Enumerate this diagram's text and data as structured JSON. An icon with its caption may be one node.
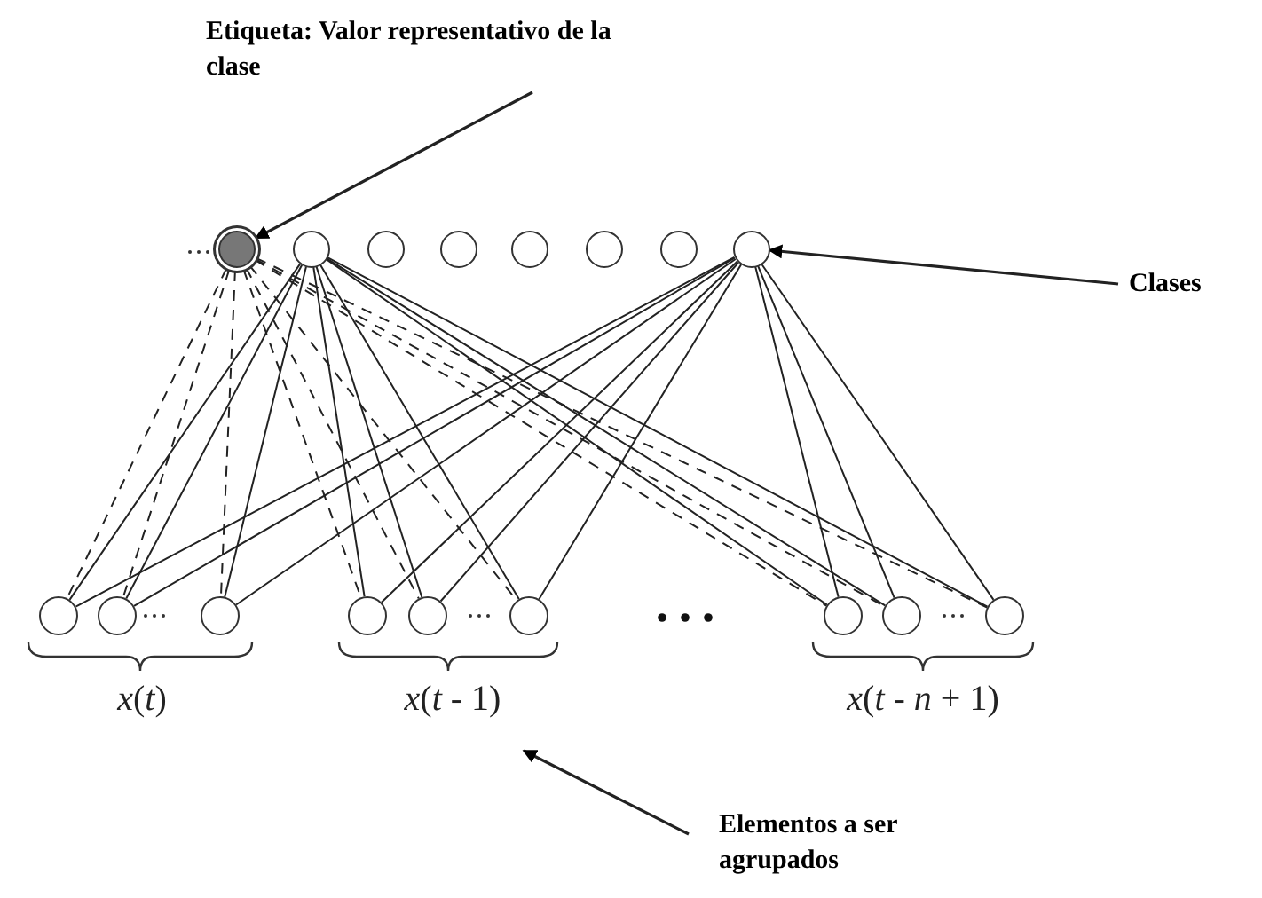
{
  "diagram": {
    "nodes": [
      {
        "text": [
          "Etiqueta: Valor representativo de la clase"
        ]
      },
      {
        "text": [],
        "shape": "circle"
      },
      {
        "text": [],
        "shape": "circle"
      },
      {
        "text": [],
        "shape": "circle"
      },
      {
        "text": [],
        "shape": "circle"
      },
      {
        "text": [],
        "shape": "circle"
      },
      {
        "text": [],
        "shape": "circle"
      },
      {
        "text": [],
        "shape": "circle"
      },
      {
        "text": [],
        "shape": "circle"
      },
      {
        "text": [
          "Clases"
        ]
      },
      {
        "text": [],
        "shape": "circle"
      },
      {
        "text": [],
        "shape": "circle"
      },
      {
        "text": [],
        "shape": "circle"
      },
      {
        "text": [],
        "shape": "circle"
      },
      {
        "text": [],
        "shape": "circle"
      },
      {
        "text": [],
        "shape": "circle"
      },
      {
        "text": [],
        "shape": "circle"
      },
      {
        "text": [],
        "shape": "circle"
      },
      {
        "text": [],
        "shape": "circle"
      },
      {
        "text": [
          "*x*(*t*)"
        ]
      },
      {
        "text": [
          "*x*(*t* - 1)"
        ]
      },
      {
        "text": [
          "*x*(*t* - *n* + 1)"
        ]
      },
      {
        "text": [
          "Elementos a ser agrupados"
        ]
      }
    ],
    "edges": [
      {
        "from": 0,
        "to": 1,
        "arrow": "to"
      },
      {
        "from": 9,
        "to": 8,
        "arrow": "to"
      },
      {
        "from": 22,
        "to": 20,
        "arrow": "to"
      },
      {
        "from": 1,
        "to": 10,
        "arrow": "none",
        "style": "dashed"
      },
      {
        "from": 1,
        "to": 11,
        "arrow": "none",
        "style": "dashed"
      },
      {
        "from": 1,
        "to": 12,
        "arrow": "none",
        "style": "dashed"
      },
      {
        "from": 1,
        "to": 13,
        "arrow": "none",
        "style": "dashed"
      },
      {
        "from": 1,
        "to": 14,
        "arrow": "none",
        "style": "dashed"
      },
      {
        "from": 1,
        "to": 15,
        "arrow": "none",
        "style": "dashed"
      },
      {
        "from": 1,
        "to": 16,
        "arrow": "none",
        "style": "dashed"
      },
      {
        "from": 1,
        "to": 17,
        "arrow": "none",
        "style": "dashed"
      },
      {
        "from": 1,
        "to": 18,
        "arrow": "none",
        "style": "dashed"
      },
      {
        "from": 2,
        "to": 10,
        "arrow": "none"
      },
      {
        "from": 2,
        "to": 11,
        "arrow": "none"
      },
      {
        "from": 2,
        "to": 12,
        "arrow": "none"
      },
      {
        "from": 2,
        "to": 13,
        "arrow": "none"
      },
      {
        "from": 2,
        "to": 14,
        "arrow": "none"
      },
      {
        "from": 2,
        "to": 15,
        "arrow": "none"
      },
      {
        "from": 2,
        "to": 16,
        "arrow": "none"
      },
      {
        "from": 2,
        "to": 17,
        "arrow": "none"
      },
      {
        "from": 2,
        "to": 18,
        "arrow": "none"
      },
      {
        "from": 8,
        "to": 10,
        "arrow": "none"
      },
      {
        "from": 8,
        "to": 11,
        "arrow": "none"
      },
      {
        "from": 8,
        "to": 12,
        "arrow": "none"
      },
      {
        "from": 8,
        "to": 13,
        "arrow": "none"
      },
      {
        "from": 8,
        "to": 14,
        "arrow": "none"
      },
      {
        "from": 8,
        "to": 15,
        "arrow": "none"
      },
      {
        "from": 8,
        "to": 16,
        "arrow": "none"
      },
      {
        "from": 8,
        "to": 17,
        "arrow": "none"
      },
      {
        "from": 8,
        "to": 18,
        "arrow": "none"
      }
    ]
  }
}
